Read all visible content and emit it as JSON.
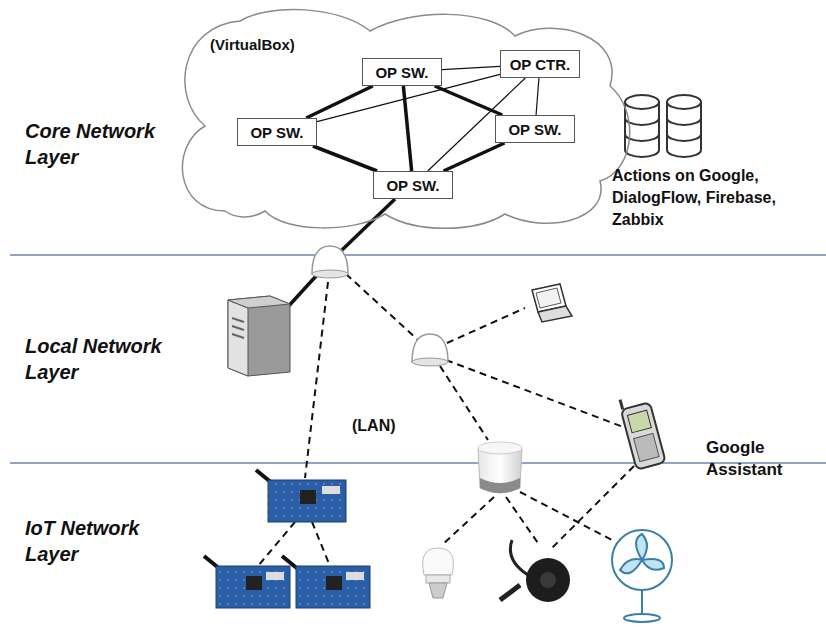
{
  "diagram": {
    "nodes": [
      {
        "text": [
          "(VirtualBox)"
        ]
      },
      {
        "text": [
          "OP SW."
        ],
        "in": 0
      },
      {
        "text": [
          "OP CTR."
        ],
        "in": 0
      },
      {
        "text": [
          "OP SW."
        ],
        "in": 0
      },
      {
        "text": [
          "OP SW."
        ],
        "in": 0
      },
      {
        "text": [
          "OP SW."
        ],
        "in": 0
      }
    ],
    "edges": [
      {
        "from": 3,
        "to": 1,
        "arrow": "none"
      },
      {
        "from": 1,
        "to": 5,
        "arrow": "none"
      },
      {
        "from": 1,
        "to": 4,
        "arrow": "none"
      },
      {
        "from": 3,
        "to": 5,
        "arrow": "none"
      },
      {
        "from": 5,
        "to": 4,
        "arrow": "none"
      },
      {
        "from": 1,
        "to": 2,
        "arrow": "none"
      },
      {
        "from": 2,
        "to": 3,
        "arrow": "none"
      },
      {
        "from": 2,
        "to": 5,
        "arrow": "none"
      },
      {
        "from": 2,
        "to": 4,
        "arrow": "none"
      }
    ],
    "labels": [
      "Core Network Layer",
      "Local Network Layer",
      "IoT Network Layer",
      "Actions on Google, DialogFlow, Firebase, Zabbix",
      "(LAN)",
      "Google Assistant"
    ]
  }
}
